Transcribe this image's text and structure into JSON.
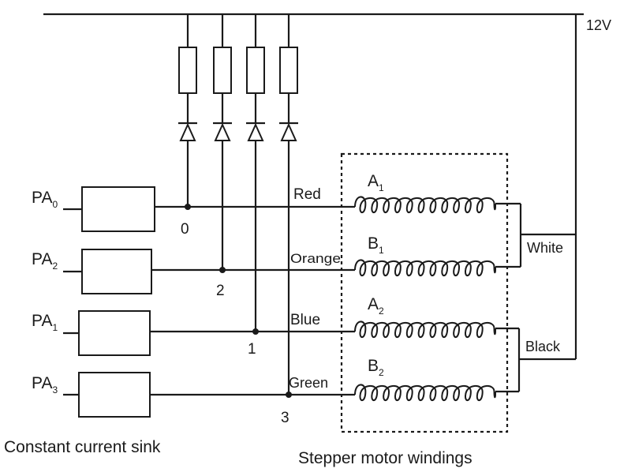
{
  "supply": {
    "voltage_label": "12V"
  },
  "sinks": [
    {
      "base": "PA",
      "sub": "0"
    },
    {
      "base": "PA",
      "sub": "2"
    },
    {
      "base": "PA",
      "sub": "1"
    },
    {
      "base": "PA",
      "sub": "3"
    }
  ],
  "node_labels": [
    "0",
    "2",
    "1",
    "3"
  ],
  "wire_colors": [
    "Red",
    "Orange",
    "Blue",
    "Green"
  ],
  "windings": [
    {
      "base": "A",
      "sub": "1"
    },
    {
      "base": "B",
      "sub": "1"
    },
    {
      "base": "A",
      "sub": "2"
    },
    {
      "base": "B",
      "sub": "2"
    }
  ],
  "common_labels": {
    "white": "White",
    "black": "Black"
  },
  "captions": {
    "sink": "Constant current sink",
    "motor": "Stepper motor windings"
  },
  "colors": {
    "ink": "#1a1a1a",
    "background": "#ffffff"
  }
}
